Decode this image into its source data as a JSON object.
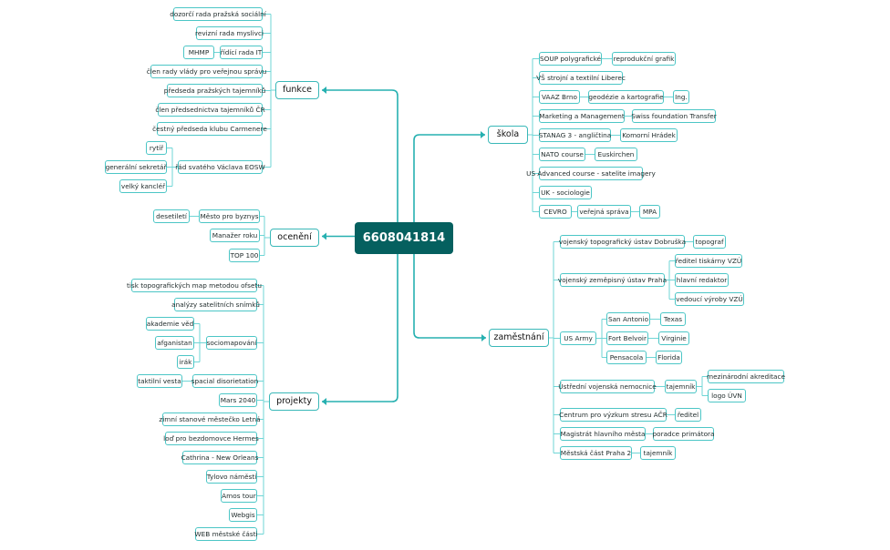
{
  "colors": {
    "root_fill": "#05605f",
    "branch_line": "#26b0b0",
    "leaf_line": "#6fd6d6",
    "node_border": "#4cc6c6"
  },
  "root": "6608041814",
  "branches": {
    "funkce": {
      "label": "funkce",
      "items": [
        "dozorčí rada pražská sociální",
        "revizní rada myslivci",
        "řídící rada IT",
        "MHMP",
        "člen rady vlády pro veřejnou správu",
        "předseda pražských tajemníků",
        "člen předsednictva tajemníků ČR",
        "čestný předseda klubu Carmenere",
        "řád svatého Václava EOSW",
        "rytíř",
        "generální sekretář",
        "velký kancléř"
      ]
    },
    "oceneni": {
      "label": "ocenění",
      "items": [
        "Město pro byznys",
        "desetiletí",
        "Manažer roku",
        "TOP 100"
      ]
    },
    "projekty": {
      "label": "projekty",
      "items": [
        "tisk topografických map metodou ofsetu",
        "analýzy satelitních snímků",
        "sociomapování",
        "akademie věd",
        "afganistan",
        "irák",
        "spacial disorietation",
        "taktilní vesta",
        "Mars 2040",
        "zimní stanové městečko Letná",
        "loď pro bezdomovce Hermes",
        "Cathrina - New Orleans",
        "Tylovo náměstí",
        "Amos tour",
        "Webgis",
        "WEB městské části"
      ]
    },
    "skola": {
      "label": "škola",
      "items": [
        "SOUP polygrafické",
        "reprodukční grafik",
        "VŠ strojní a textilní Liberec",
        "VAAZ Brno",
        "geodézie a kartografie",
        "Ing.",
        "Marketing a Management",
        "Swiss foundation Transfer",
        "STANAG 3 - angličtina",
        "Komorní Hrádek",
        "NATO course",
        "Euskirchen",
        "US Advanced course - satelite imagery",
        "UK - sociologie",
        "CEVRO",
        "veřejná správa",
        "MPA"
      ]
    },
    "zamestnani": {
      "label": "zaměstnání",
      "items": [
        "vojenský topografický ústav Dobruška",
        "topograf",
        "vojenský zeměpisný ústav Praha",
        "ředitel tiskárny VZÚ",
        "hlavní redaktor",
        "vedoucí výroby VZÚ",
        "US Army",
        "San Antonio",
        "Texas",
        "Fort Belvoir",
        "Virginie",
        "Pensacola",
        "Florida",
        "Ústřední vojenská nemocnice",
        "tajemník",
        "mezinárodní akreditace",
        "logo ÚVN",
        "Centrum pro výzkum stresu AČR",
        "ředitel",
        "Magistrát hlavního města",
        "poradce primátora",
        "Městská část Praha 2",
        "tajemník"
      ]
    }
  }
}
